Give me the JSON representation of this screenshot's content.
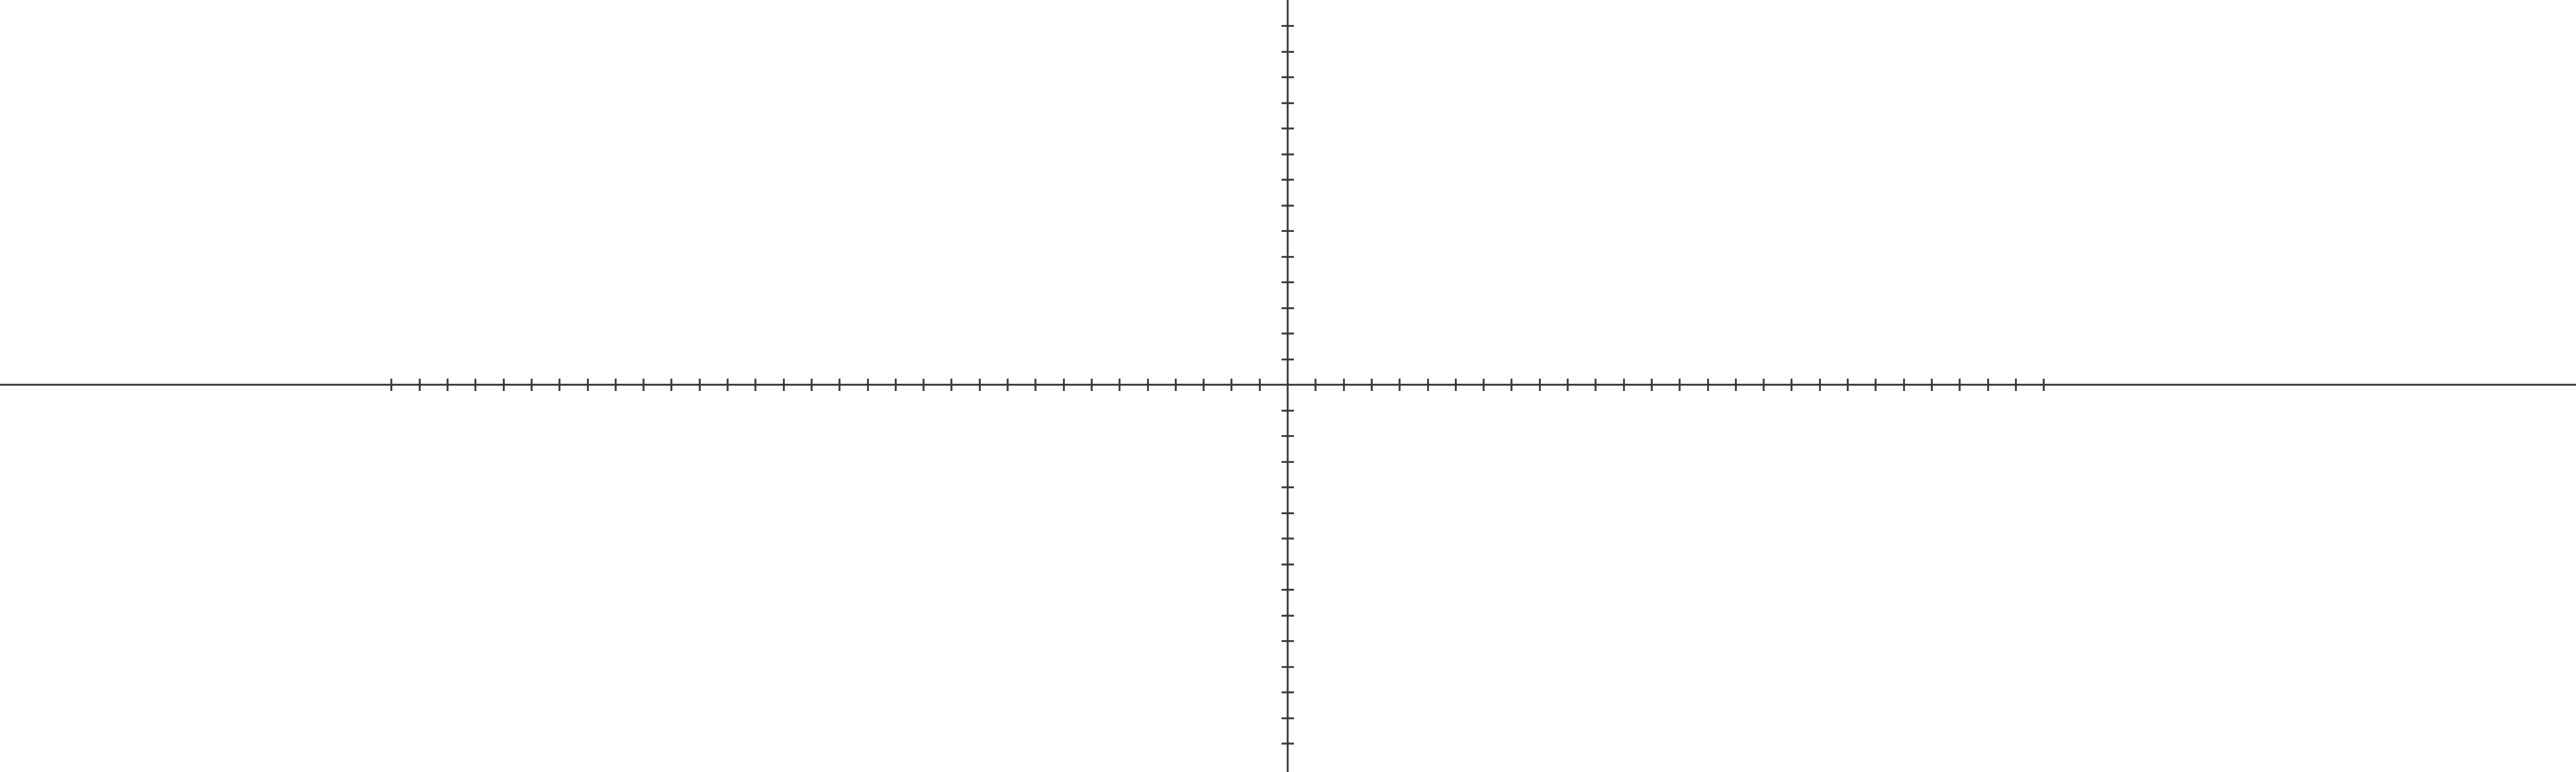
{
  "diagram": {
    "type": "coordinate-axes",
    "colors": {
      "background": "#ffffff",
      "axis": "#333333",
      "tick": "#333333"
    },
    "x_axis": {
      "ticks_left_of_origin": 32,
      "ticks_right_of_origin": 27
    },
    "y_axis": {
      "ticks_above_origin": 14,
      "ticks_below_origin": 14
    }
  }
}
